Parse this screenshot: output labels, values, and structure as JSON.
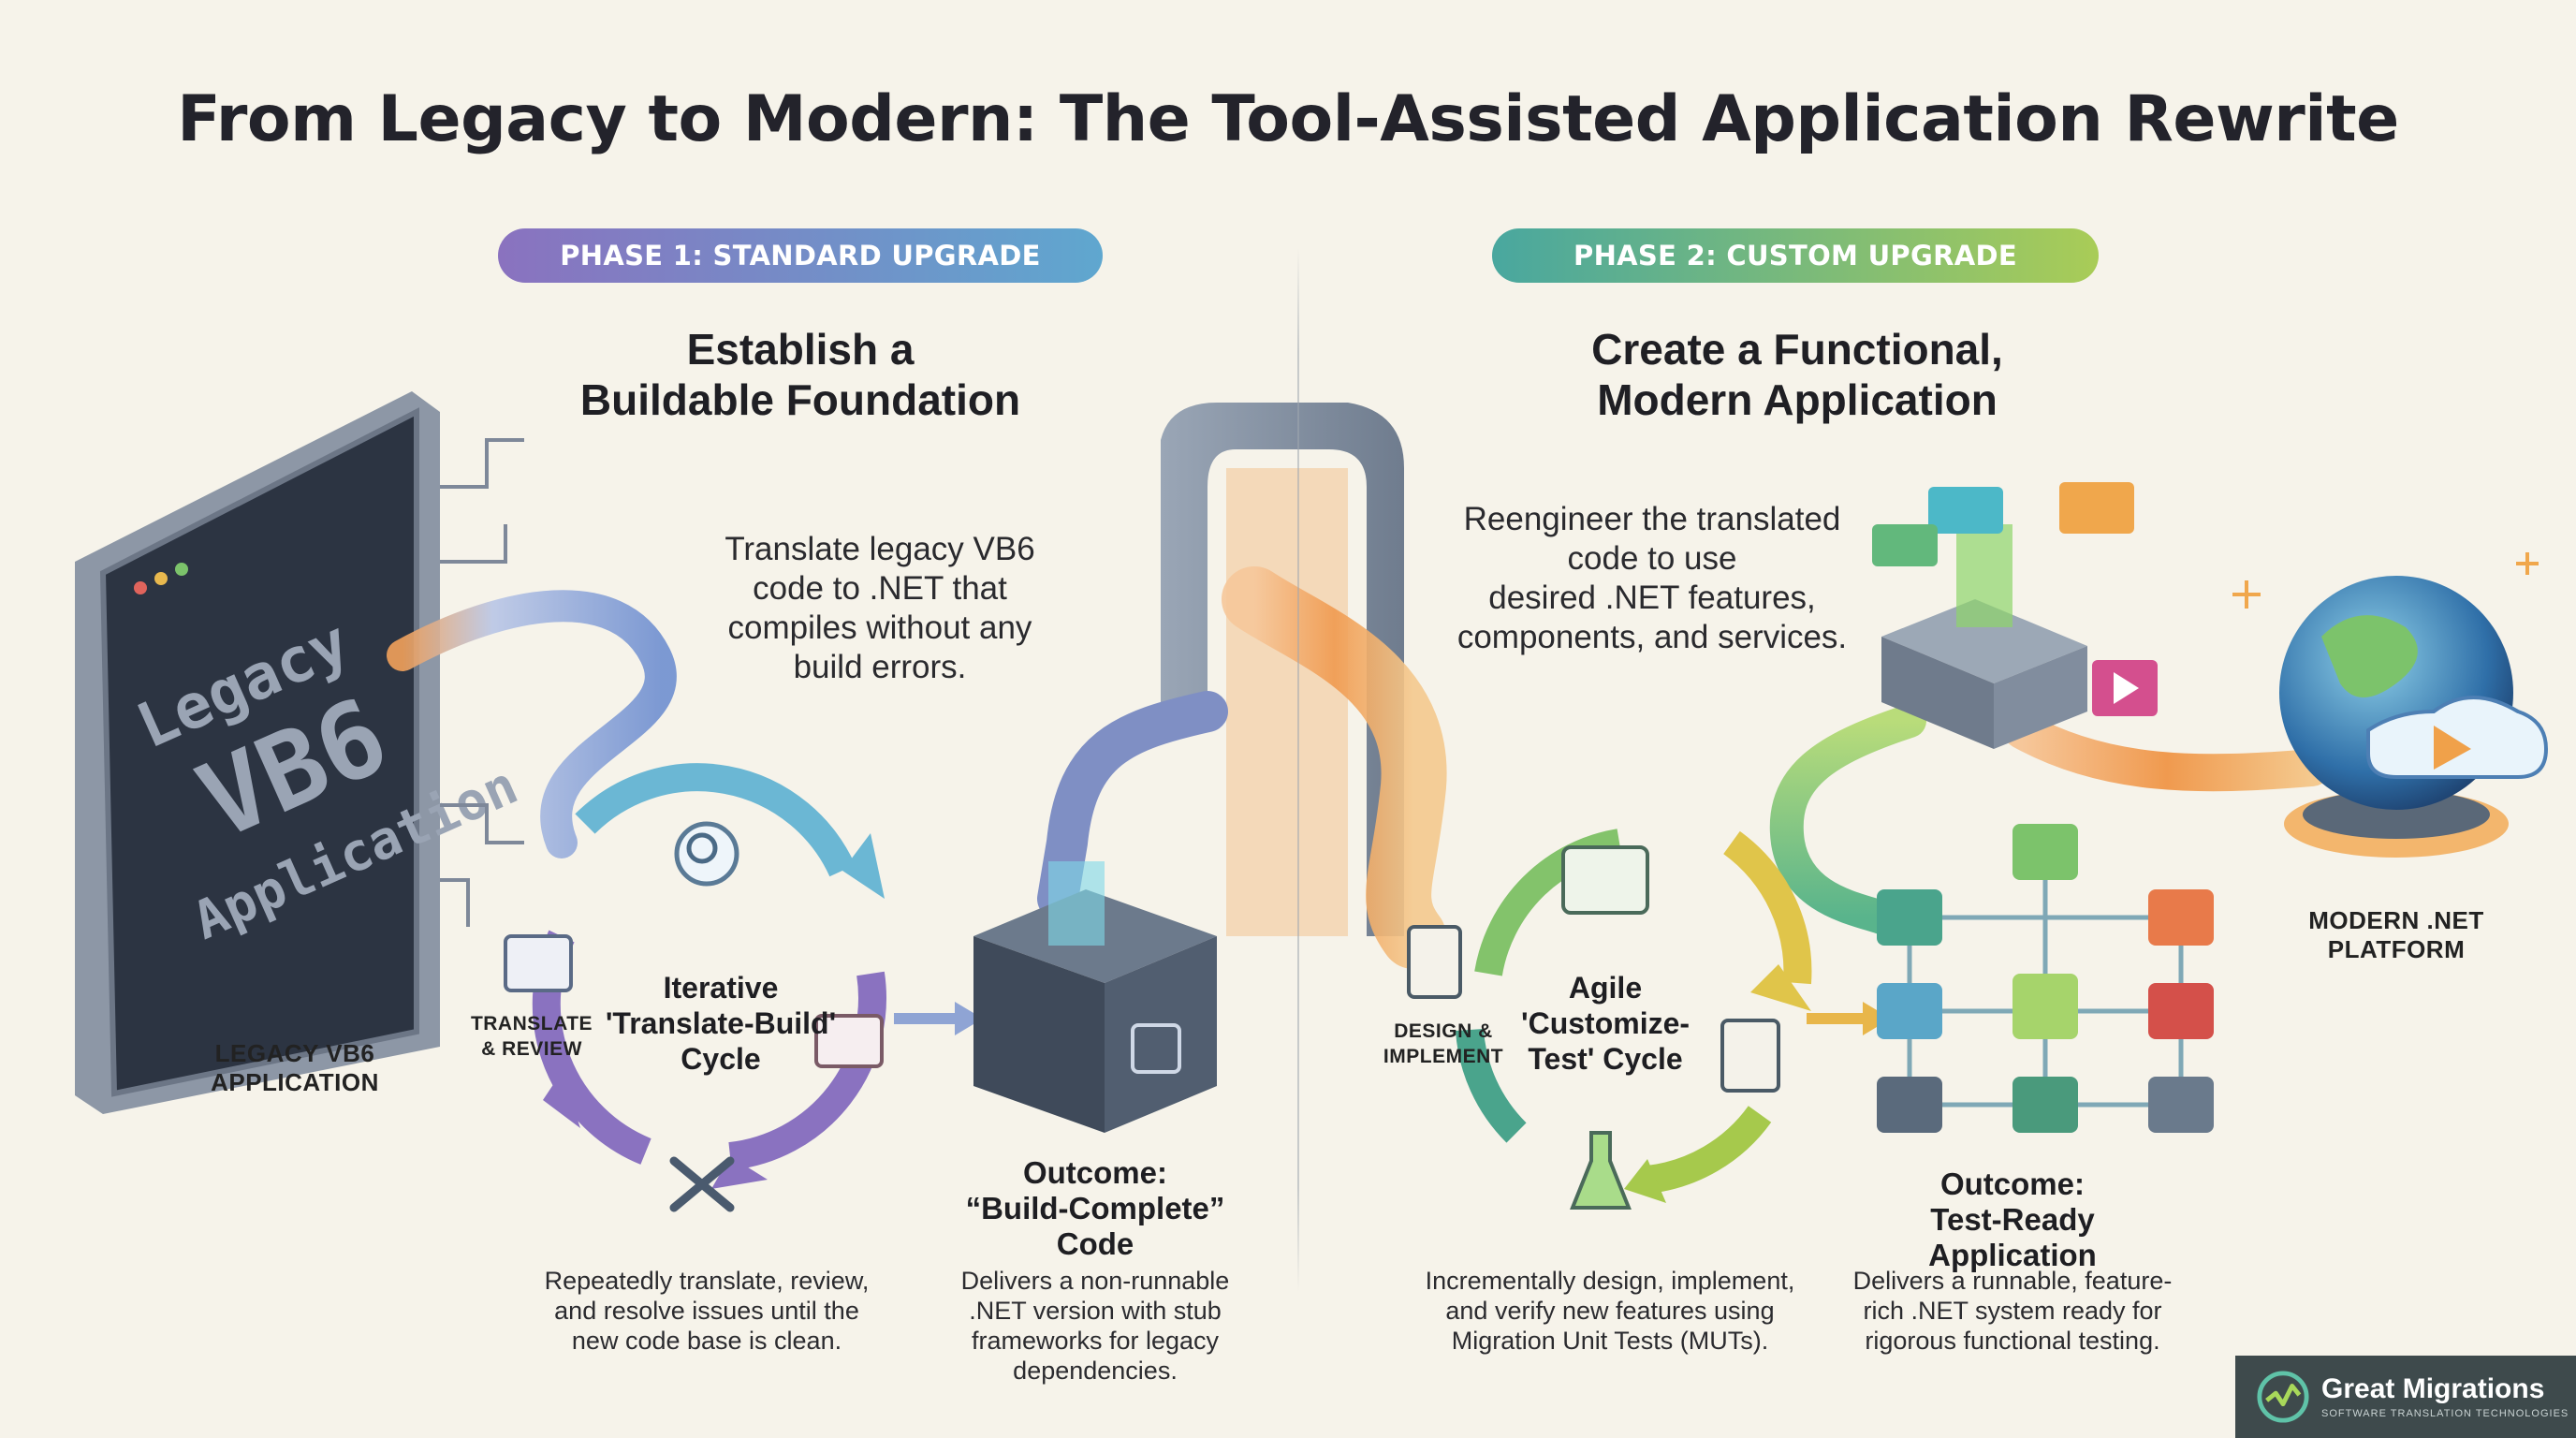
{
  "title": "From Legacy to Modern: The Tool-Assisted Application Rewrite",
  "phase1": {
    "badge": "PHASE 1: STANDARD UPGRADE",
    "heading_line1": "Establish a",
    "heading_line2": "Buildable Foundation",
    "description_lines": [
      "Translate legacy VB6",
      "code to .NET that",
      "compiles without any",
      "build errors."
    ],
    "screen_text": [
      "Legacy",
      "VB6",
      "Application"
    ],
    "legacy_caption_line1": "LEGACY VB6",
    "legacy_caption_line2": "APPLICATION",
    "step_label_line1": "TRANSLATE",
    "step_label_line2": "& REVIEW",
    "cycle_line1": "Iterative",
    "cycle_line2": "'Translate-Build'",
    "cycle_line3": "Cycle",
    "cycle_note_lines": [
      "Repeatedly translate, review,",
      "and resolve issues until the",
      "new code base is clean."
    ],
    "outcome_line1": "Outcome:",
    "outcome_line2": "“Build-Complete”",
    "outcome_line3": "Code",
    "outcome_note_lines": [
      "Delivers a non-runnable",
      ".NET version with stub",
      "frameworks for legacy",
      "dependencies."
    ]
  },
  "phase2": {
    "badge": "PHASE 2: CUSTOM UPGRADE",
    "heading_line1": "Create a Functional,",
    "heading_line2": "Modern Application",
    "description_lines": [
      "Reengineer the translated",
      "code to use",
      "desired .NET features,",
      "components, and services."
    ],
    "step_label_line1": "DESIGN &",
    "step_label_line2": "IMPLEMENT",
    "cycle_line1": "Agile",
    "cycle_line2": "'Customize-",
    "cycle_line3": "Test' Cycle",
    "cycle_note_lines": [
      "Incrementally design, implement,",
      "and verify new features using",
      "Migration Unit Tests (MUTs)."
    ],
    "outcome_line1": "Outcome:",
    "outcome_line2": "Test-Ready",
    "outcome_line3": "Application",
    "outcome_note_lines": [
      "Delivers a runnable, feature-",
      "rich .NET system ready for",
      "rigorous functional testing."
    ],
    "platform_line1": "MODERN .NET",
    "platform_line2": "PLATFORM"
  },
  "logo": {
    "name": "Great Migrations",
    "tagline": "SOFTWARE TRANSLATION TECHNOLOGIES"
  }
}
